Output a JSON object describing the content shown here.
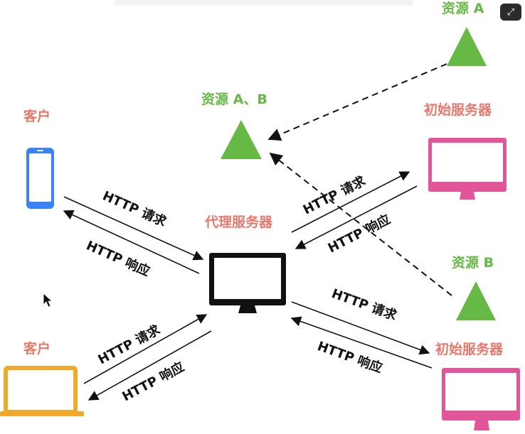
{
  "clients": [
    {
      "label": "客户",
      "kind": "phone"
    },
    {
      "label": "客户",
      "kind": "laptop"
    }
  ],
  "proxy": {
    "label": "代理服务器"
  },
  "origins": [
    {
      "label": "初始服务器"
    },
    {
      "label": "初始服务器"
    }
  ],
  "resources": {
    "top": "资源 A",
    "proxy_cache": "资源 A、B",
    "lower": "资源 B"
  },
  "edges": {
    "c1_request": "HTTP 请求",
    "c1_response": "HTTP 响应",
    "c2_request": "HTTP 请求",
    "c2_response": "HTTP 响应",
    "o1_request": "HTTP 请求",
    "o1_response": "HTTP 响应",
    "o2_request": "HTTP 请求",
    "o2_response": "HTTP 响应"
  },
  "colors": {
    "client_phone": "#3b82f6",
    "client_laptop": "#f0a92a",
    "origin_server": "#e3559a",
    "proxy_server": "#111111",
    "resource": "#66b945",
    "label_red": "#e8786b"
  },
  "ui": {
    "expand_icon": "expand-icon"
  }
}
